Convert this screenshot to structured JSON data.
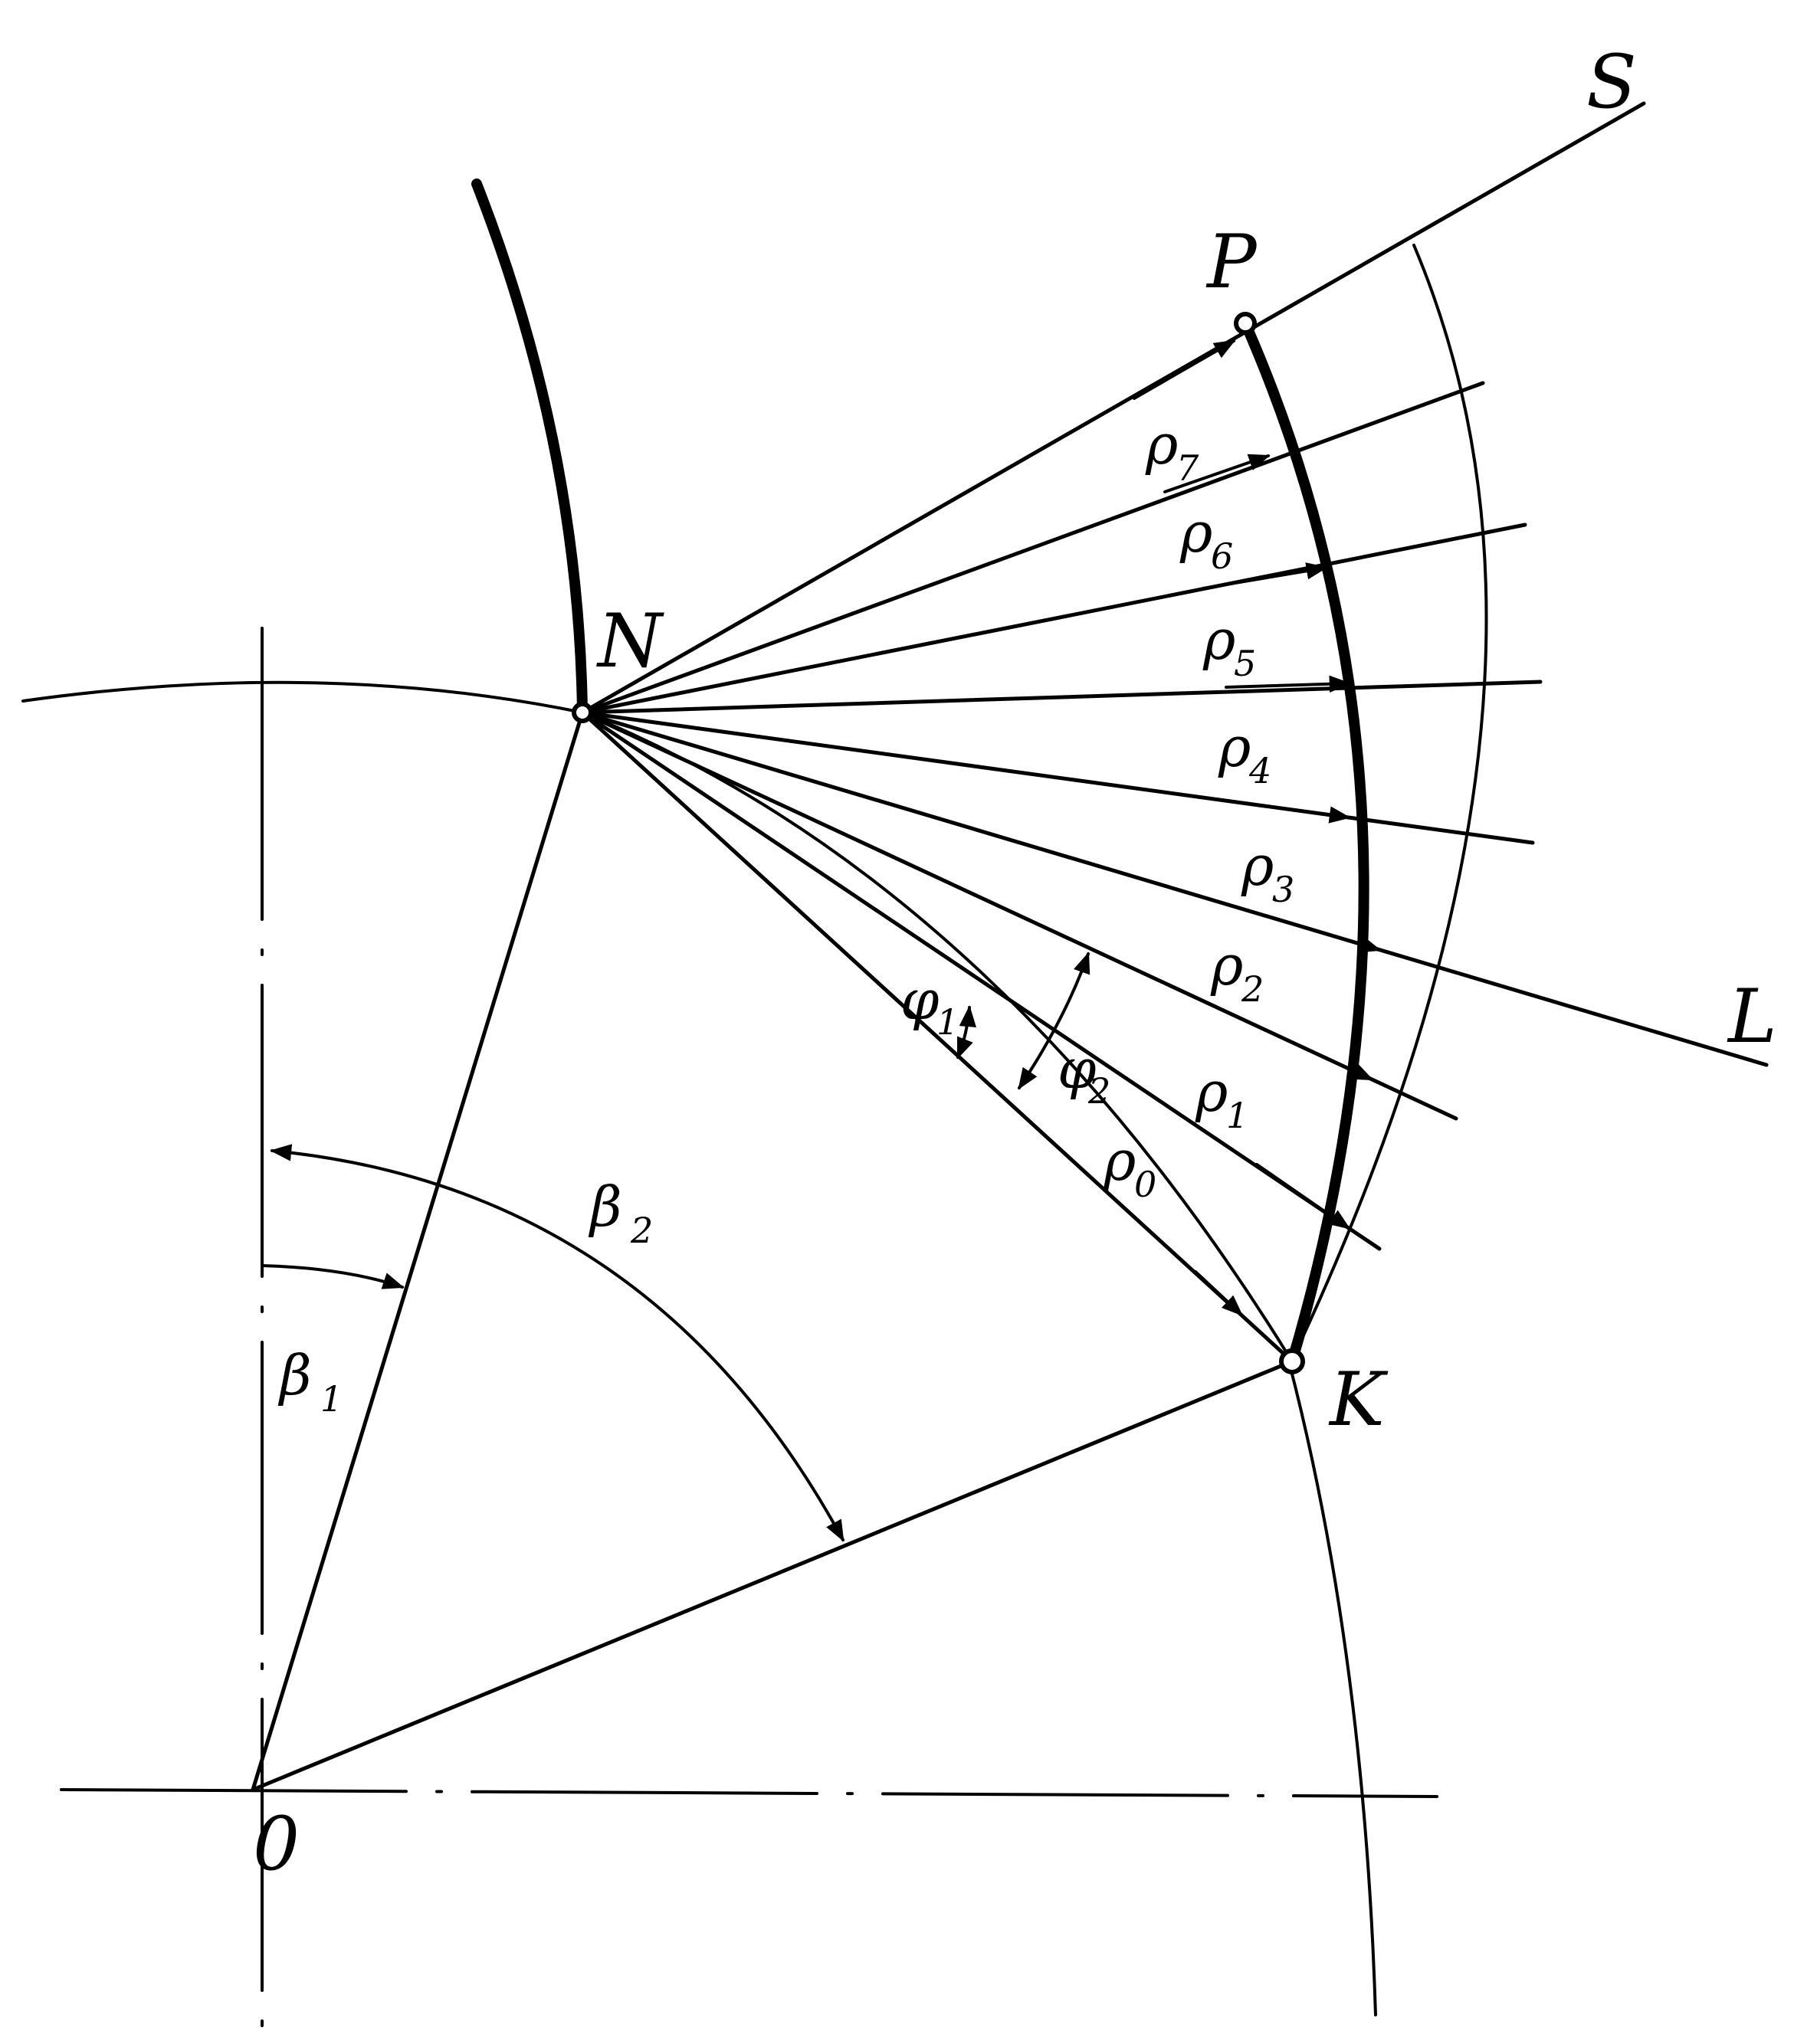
{
  "labels": {
    "S": "S",
    "P": "P",
    "N": "N",
    "L": "L",
    "K": "K",
    "O": "0",
    "beta1": {
      "sym": "β",
      "sub": "1"
    },
    "beta2": {
      "sym": "β",
      "sub": "2"
    },
    "phi1": {
      "sym": "φ",
      "sub": "1"
    },
    "phi2": {
      "sym": "φ",
      "sub": "2"
    },
    "rho": [
      {
        "sym": "ρ",
        "sub": "0"
      },
      {
        "sym": "ρ",
        "sub": "1"
      },
      {
        "sym": "ρ",
        "sub": "2"
      },
      {
        "sym": "ρ",
        "sub": "3"
      },
      {
        "sym": "ρ",
        "sub": "4"
      },
      {
        "sym": "ρ",
        "sub": "5"
      },
      {
        "sym": "ρ",
        "sub": "6"
      },
      {
        "sym": "ρ",
        "sub": "7"
      }
    ]
  }
}
